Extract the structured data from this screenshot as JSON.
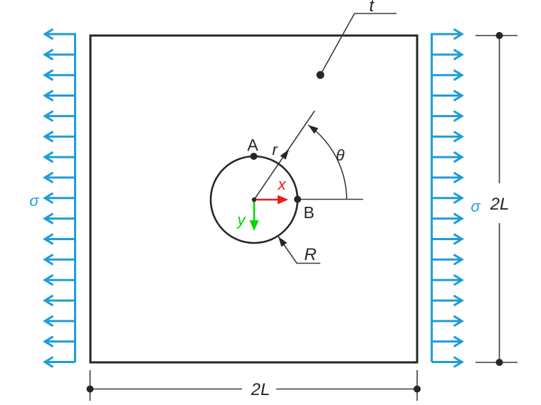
{
  "figure": {
    "description": "Square plate with central circular hole under uniaxial tension",
    "labels": {
      "sigma_left": "σ",
      "sigma_right": "σ",
      "thickness": "t",
      "hole_radius": "R",
      "point_a": "A",
      "point_b": "B",
      "axis_x": "x",
      "axis_y": "y",
      "axis_r": "r",
      "angle_theta": "θ",
      "width_dim": "2L",
      "height_dim": "2L"
    },
    "colors": {
      "blue": "#1e9cd8",
      "red": "#ee1b1b",
      "green": "#00d900",
      "ink": "#262626",
      "thin": "#3a3a3a"
    },
    "loads": {
      "left": {
        "count": 17,
        "direction": "left",
        "label": "σ"
      },
      "right": {
        "count": 17,
        "direction": "right",
        "label": "σ"
      }
    }
  }
}
